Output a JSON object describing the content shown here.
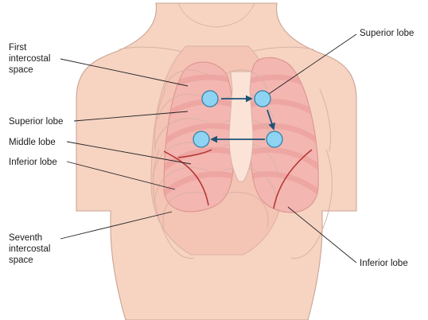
{
  "labels": {
    "first_intercostal": "First\nintercostal\nspace",
    "superior_lobe_left": "Superior lobe",
    "middle_lobe": "Middle lobe",
    "inferior_lobe_left": "Inferior lobe",
    "seventh_intercostal": "Seventh\nintercostal\nspace",
    "superior_lobe_right": "Superior lobe",
    "inferior_lobe_right": "Inferior lobe"
  },
  "colors": {
    "skin": "#f7d3c2",
    "skin_outline": "#c9a595",
    "lung": "#f3b6b1",
    "lung_rib_band": "#e99a98",
    "rib": "#fbe3d8",
    "rib_outline": "#d9b3a6",
    "fissure": "#b4322e",
    "marker_fill": "#8fd3f3",
    "marker_stroke": "#2c7fa8",
    "arrow": "#1f5276",
    "leader_line": "#222222"
  },
  "markers": [
    "upper-right-lung-point",
    "upper-left-lung-point",
    "lower-left-lung-point",
    "lower-right-lung-point"
  ],
  "arrows": [
    "upper-right-to-upper-left",
    "upper-left-to-lower-left",
    "lower-left-to-lower-right"
  ]
}
